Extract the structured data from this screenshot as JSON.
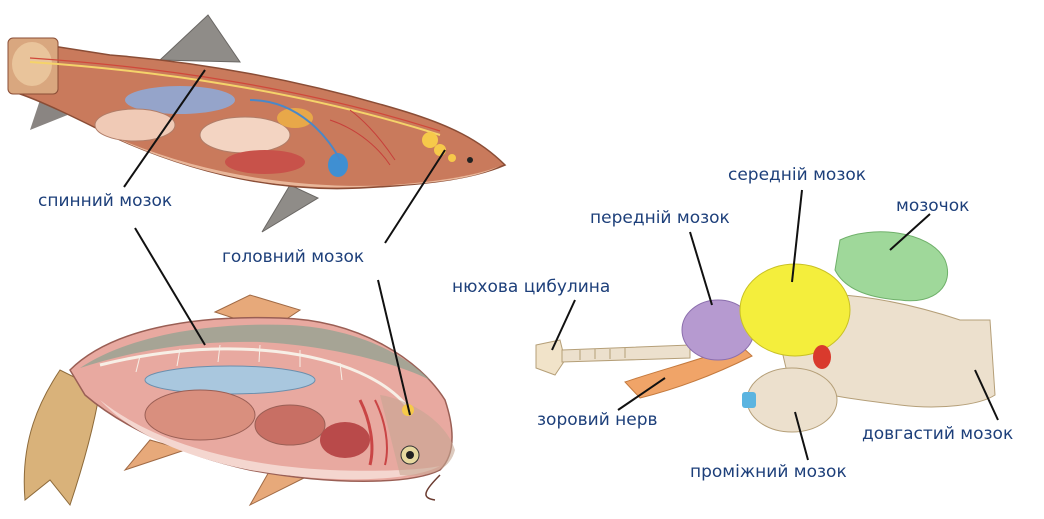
{
  "labels": {
    "spinal_cord": "спинний мозок",
    "brain": "головний мозок",
    "olfactory_bulb": "нюхова цибулина",
    "forebrain": "передній мозок",
    "midbrain": "середній мозок",
    "cerebellum": "мозочок",
    "optic_nerve": "зоровий нерв",
    "diencephalon": "проміжний мозок",
    "medulla": "довгастий мозок"
  },
  "colors": {
    "label_text": "#1d3f7a",
    "shark_body": "#c97a5c",
    "fish_body": "#e8a9a0",
    "forebrain": "#b69ad0",
    "midbrain": "#f4ee3c",
    "cerebellum": "#9fd89a",
    "brainstem": "#ece0cd",
    "optic_nerve": "#f0a468",
    "leader_line": "#111111"
  }
}
